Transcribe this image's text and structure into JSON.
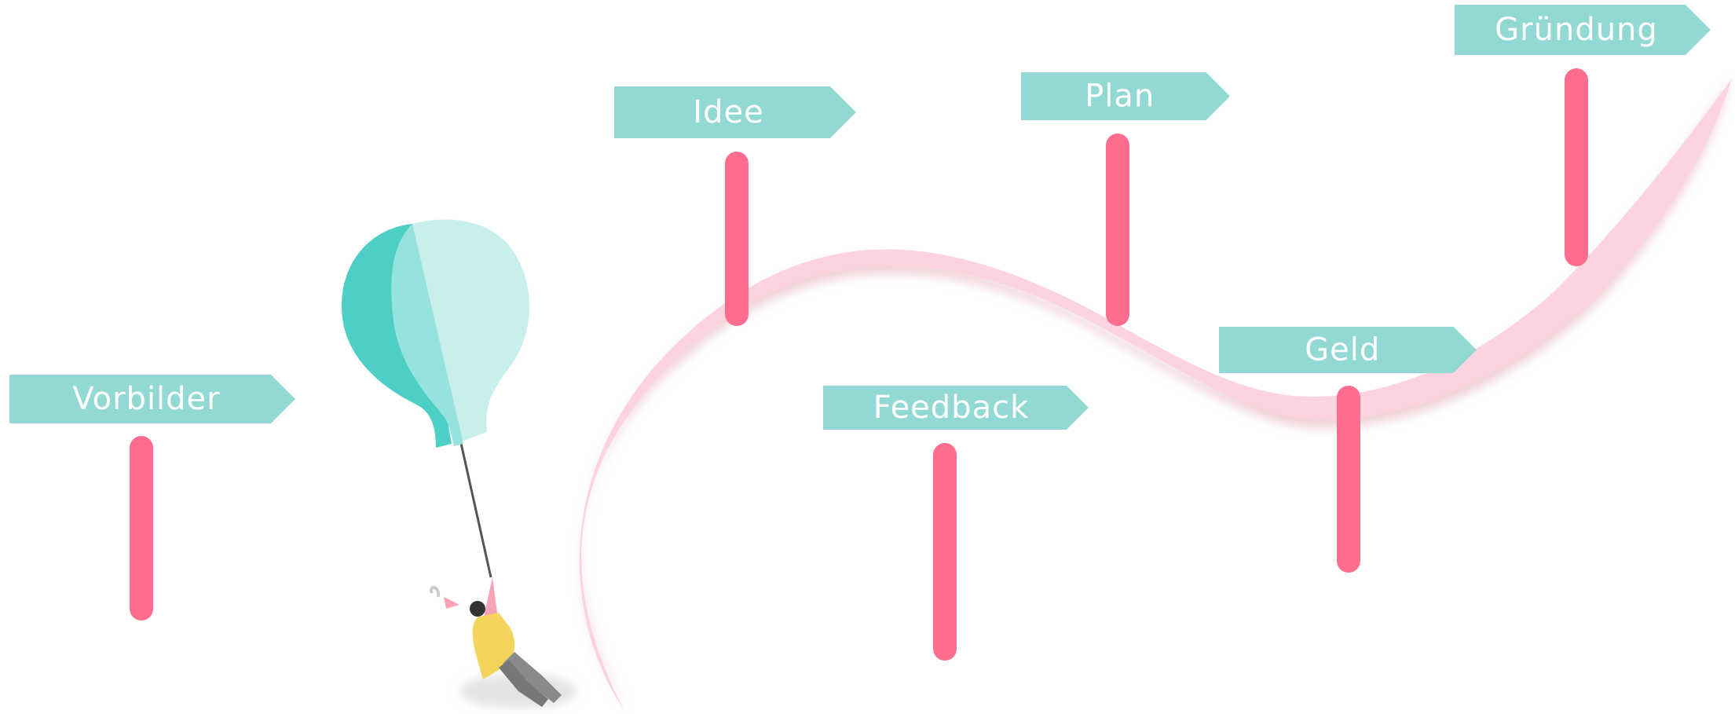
{
  "colors": {
    "sign": "#92d9d4",
    "post": "#fe6d8e",
    "path": "#fcd3df",
    "path_shadow": "#e3aeba",
    "balloon_dark": "#4ecfc5",
    "balloon_mid": "#96e2dc",
    "balloon_light": "#c9efec",
    "person_shirt": "#f5d45e",
    "person_pants": "#8a8a8a"
  },
  "milestones": [
    {
      "id": "vorbilder",
      "label": "Vorbilder"
    },
    {
      "id": "idee",
      "label": "Idee"
    },
    {
      "id": "feedback",
      "label": "Feedback"
    },
    {
      "id": "plan",
      "label": "Plan"
    },
    {
      "id": "geld",
      "label": "Geld"
    },
    {
      "id": "gruendung",
      "label": "Gründung"
    }
  ],
  "illustration": {
    "balloon_icon": "hot-air-balloon-icon",
    "person_icon": "person-hanging-icon",
    "path_icon": "winding-path-icon"
  }
}
